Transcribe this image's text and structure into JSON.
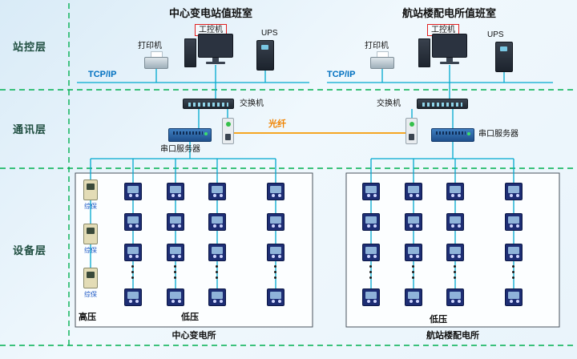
{
  "layers": {
    "station_control": "站控层",
    "communication": "通讯层",
    "device": "设备层"
  },
  "left_station": {
    "title": "中心变电站值班室",
    "ipc": "工控机",
    "printer": "打印机",
    "ups": "UPS",
    "tcpip": "TCP/IP",
    "switch": "交换机",
    "serial_server": "串口服务器"
  },
  "right_station": {
    "title": "航站楼配电所值班室",
    "ipc": "工控机",
    "printer": "打印机",
    "ups": "UPS",
    "tcpip": "TCP/IP",
    "switch": "交换机",
    "serial_server": "串口服务器"
  },
  "fiber_label": "光纤",
  "device_layer": {
    "left_box": {
      "high_voltage": "高压",
      "low_voltage": "低压",
      "caption": "中心变电所",
      "protection_label": "综保",
      "protection_count": 3,
      "meter_columns": 4,
      "meter_rows": 3,
      "bottom_meter_rows": 1
    },
    "right_box": {
      "low_voltage": "低压",
      "caption": "航站楼配电所",
      "meter_columns": 4,
      "meter_rows": 3,
      "bottom_meter_rows": 1
    }
  },
  "colors": {
    "network_line": "#00a9ce",
    "layer_divider": "#00b050",
    "fiber_line": "#f5a623",
    "tcpip_text": "#0070c0",
    "fiber_text": "#f08300",
    "meter_body": "#1d2d74"
  }
}
